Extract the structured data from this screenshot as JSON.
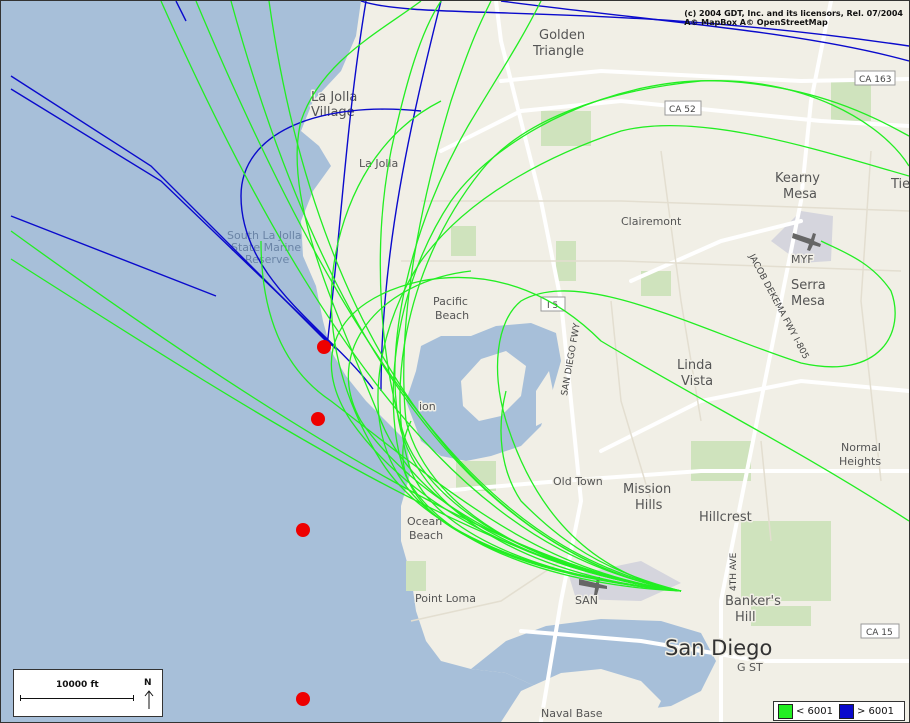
{
  "map": {
    "copyright_line1": "(c) 2004 GDT, Inc. and its licensors, Rel. 07/2004",
    "copyright_line2": "A© MapBox A© OpenStreetMap",
    "places": {
      "golden_triangle_1": "Golden",
      "golden_triangle_2": "Triangle",
      "la_jolla_village_1": "La Jolla",
      "la_jolla_village_2": "Village",
      "la_jolla": "La Jolla",
      "south_la_jolla_1": "South La Jolla",
      "south_la_jolla_2": "State Marine",
      "south_la_jolla_3": "Reserve",
      "kearny_mesa_1": "Kearny",
      "kearny_mesa_2": "Mesa",
      "tie": "Tie",
      "clairemont": "Clairemont",
      "myf": "MYF",
      "serra_mesa_1": "Serra",
      "serra_mesa_2": "Mesa",
      "pacific_beach_1": "Pacific",
      "pacific_beach_2": "Beach",
      "linda_vista_1": "Linda",
      "linda_vista_2": "Vista",
      "normal_heights_1": "Normal",
      "normal_heights_2": "Heights",
      "mission_bay": "ion",
      "old_town": "Old Town",
      "mission_hills_1": "Mission",
      "mission_hills_2": "Hills",
      "hillcrest": "Hillcrest",
      "ocean_beach_1": "Ocean",
      "ocean_beach_2": "Beach",
      "point_loma": "Point Loma",
      "san": "SAN",
      "bankers_hill_1": "Banker's",
      "bankers_hill_2": "Hill",
      "san_diego": "San Diego",
      "g_st": "G ST",
      "naval_base": "Naval Base"
    },
    "roads": {
      "ca163": "CA 163",
      "ca52": "CA 52",
      "i5": "I 5",
      "ca15": "CA 15",
      "san_diego_fwy": "SAN DIEGO FWY",
      "jacob_dekema_fwy": "JACOB DEKEMA FWY I-805",
      "fourth_ave": "4TH AVE"
    }
  },
  "scale": {
    "label": "10000 ft",
    "north": "N"
  },
  "legend": {
    "items": [
      {
        "label": "< 6001",
        "color": "#22ee22"
      },
      {
        "label": "> 6001",
        "color": "#0a0acc"
      }
    ]
  },
  "colors": {
    "low_altitude": "#22ee22",
    "high_altitude": "#0a0acc",
    "waypoint": "#ee0000",
    "water": "#a7bfd9",
    "land": "#f1efe6"
  },
  "waypoints_count_visible": 4
}
